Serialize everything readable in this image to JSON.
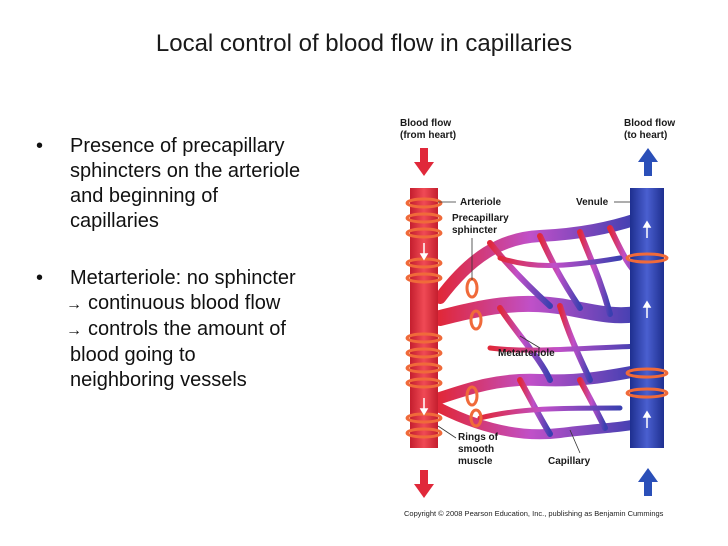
{
  "title": "Local control of blood flow in capillaries",
  "bullets": [
    {
      "lines": [
        "Presence of precapillary",
        "sphincters on the arteriole",
        "and beginning of",
        "capillaries"
      ]
    },
    {
      "lines": [
        {
          "text": "Metarteriole: no sphincter"
        },
        {
          "arrow": "→",
          "text": "continuous blood flow"
        },
        {
          "arrow": "→",
          "text": "controls the amount of"
        },
        {
          "text": "blood going to",
          "outdent": true
        },
        {
          "text": "neighboring vessels"
        }
      ]
    }
  ],
  "diagram": {
    "labels": {
      "blood_flow_in_1": "Blood flow",
      "blood_flow_in_2": "(from heart)",
      "blood_flow_out_1": "Blood flow",
      "blood_flow_out_2": "(to heart)",
      "arteriole": "Arteriole",
      "venule": "Venule",
      "precapillary_1": "Precapillary",
      "precapillary_2": "sphincter",
      "metarteriole": "Metarteriole",
      "rings_1": "Rings of",
      "rings_2": "smooth",
      "rings_3": "muscle",
      "capillary": "Capillary"
    },
    "colors": {
      "artery": "#e0283a",
      "vein": "#2a3fa8",
      "capillary": "#b66ad8",
      "muscle": "#f06a3a"
    }
  },
  "copyright": "Copyright © 2008 Pearson Education, Inc., publishing as Benjamin Cummings"
}
